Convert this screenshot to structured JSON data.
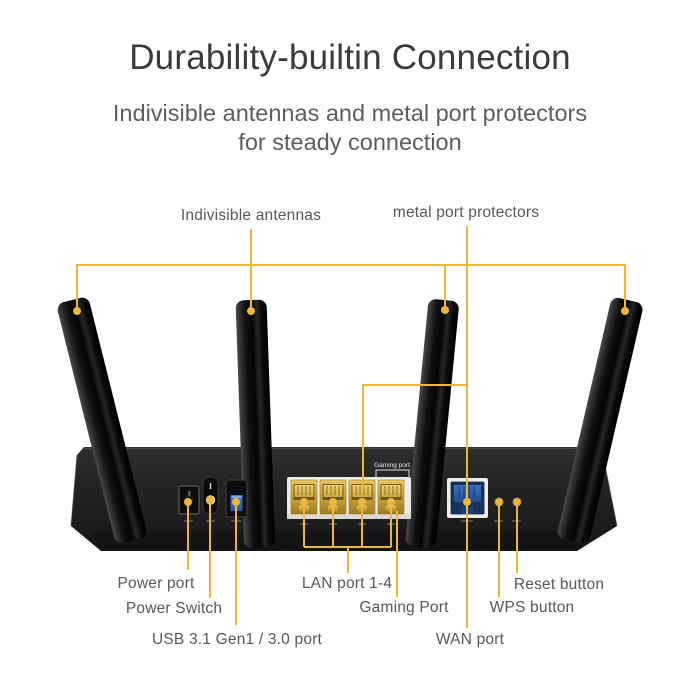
{
  "page": {
    "title": "Durability-builtin Connection",
    "subtitle_line1": "Indivisible antennas and metal port protectors",
    "subtitle_line2": "for steady connection"
  },
  "callouts": {
    "indivisible_antennas": "Indivisible antennas",
    "metal_port_protectors": "metal port protectors",
    "power_port": "Power port",
    "power_switch": "Power Switch",
    "usb_port": "USB 3.1 Gen1 / 3.0 port",
    "lan_ports": "LAN port 1-4",
    "gaming_port": "Gaming Port",
    "wan_port": "WAN port",
    "reset_button": "Reset button",
    "wps_button": "WPS button"
  },
  "device": {
    "gaming_port_tag": "Gaming port"
  },
  "colors": {
    "accent_line": "#EEB63E",
    "title_text": "#3B3B3B",
    "label_text": "#58585A",
    "lan_port_gold": "#C9A43C",
    "wan_port_blue": "#2B5CA8",
    "usb_blue": "#336CB8",
    "router_body": "#232323"
  }
}
